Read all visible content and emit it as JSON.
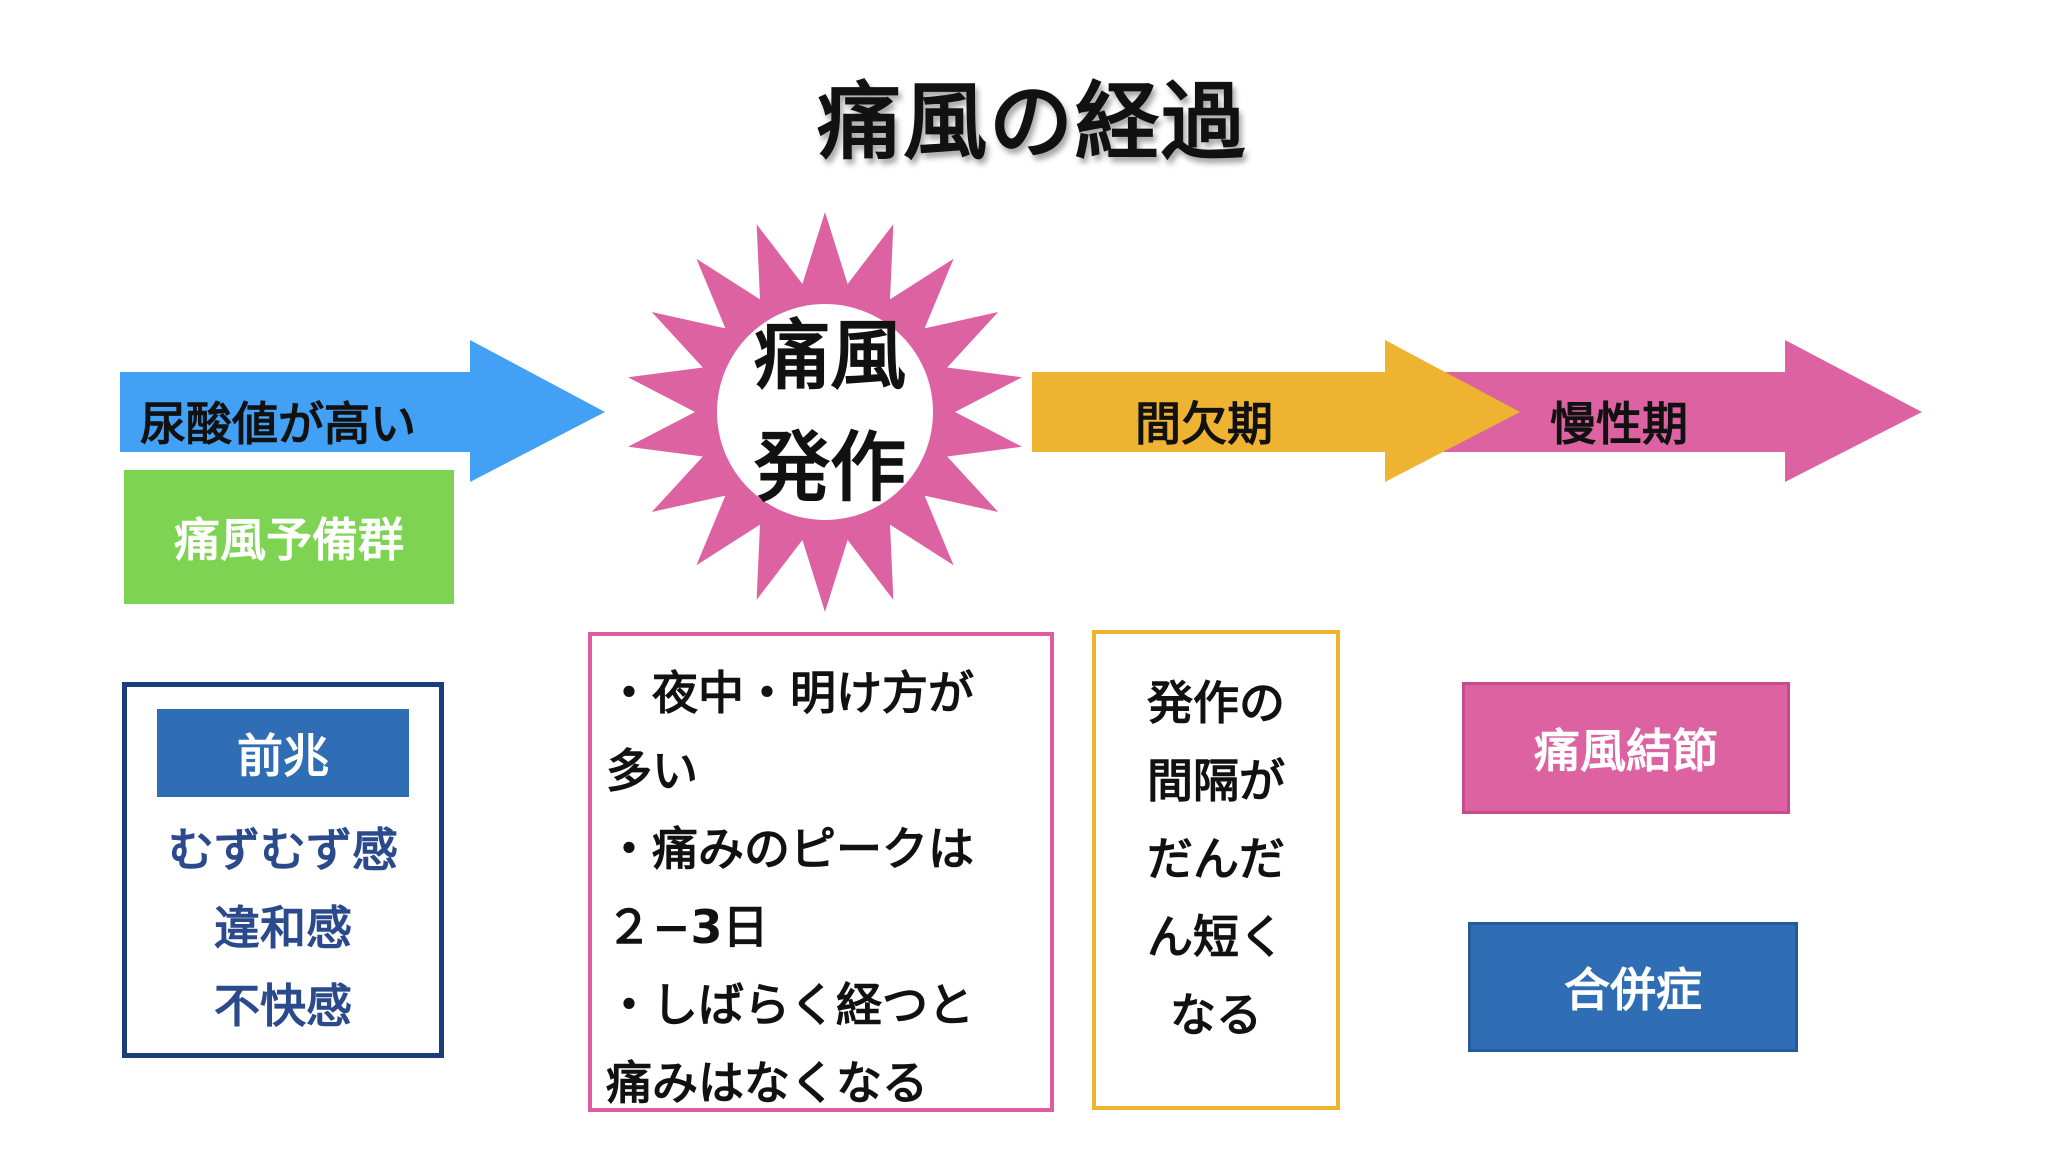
{
  "title": "痛風の経過",
  "colors": {
    "blue_arrow": "#42a0f5",
    "pink": "#dd62a2",
    "yellow": "#efb332",
    "green": "#7ed352",
    "navy": "#1c3d7a",
    "dark_blue": "#2f6db5"
  },
  "stages": {
    "high_uric_acid": "尿酸値が高い",
    "attack_line1": "痛風",
    "attack_line2": "発作",
    "intercritical": "間欠期",
    "chronic": "慢性期"
  },
  "pre_gout": "痛風予備群",
  "prodrome": {
    "heading": "前兆",
    "items": [
      "むずむず感",
      "違和感",
      "不快感"
    ]
  },
  "attack_notes": {
    "lines": [
      "・夜中・明け方が",
      "多い",
      "・痛みのピークは",
      "２−3日",
      "・しばらく経つと",
      "痛みはなくなる"
    ]
  },
  "intercritical_note": {
    "lines": [
      "発作の",
      "間隔が",
      "だんだ",
      "ん短く",
      "なる"
    ]
  },
  "chronic_boxes": {
    "tophi": "痛風結節",
    "complications": "合併症"
  }
}
